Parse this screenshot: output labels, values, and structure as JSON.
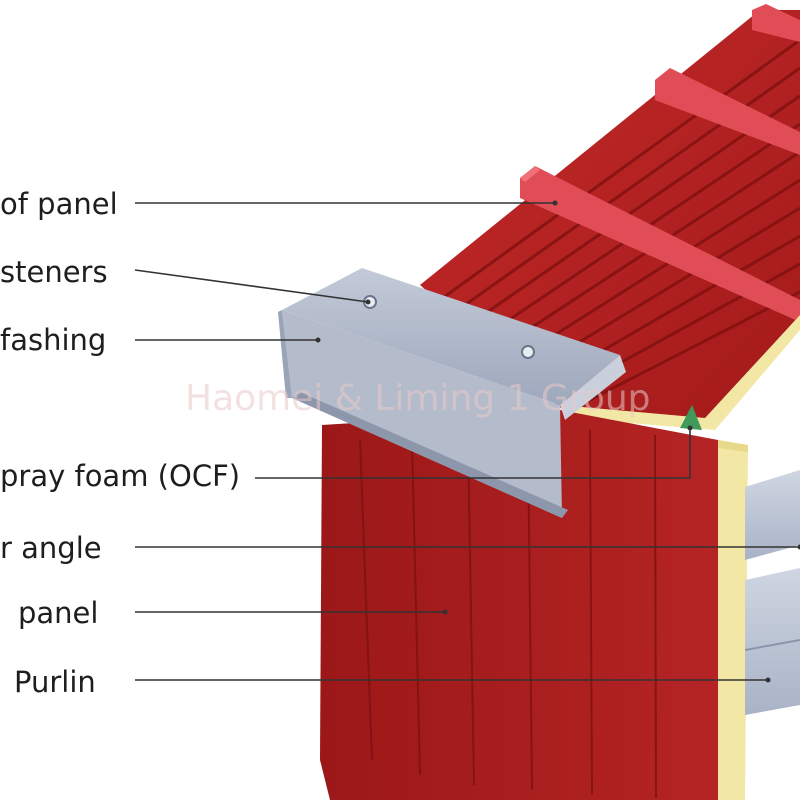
{
  "labels": [
    {
      "id": "roof-panel",
      "text": "of panel"
    },
    {
      "id": "fasteners",
      "text": "steners"
    },
    {
      "id": "flashing",
      "text": "fashing"
    },
    {
      "id": "spray-foam",
      "text": "pray foam (OCF)"
    },
    {
      "id": "angle",
      "text": "r angle"
    },
    {
      "id": "wall-panel",
      "text": "panel"
    },
    {
      "id": "purlin",
      "text": "Purlin"
    }
  ],
  "watermark": "Haomei & Liming 1 Group",
  "colors": {
    "panel_red": "#b32020",
    "panel_red_dark": "#8c1616",
    "rib_red": "#d9414a",
    "foam_core": "#f3e7a6",
    "flashing_steel": "#aeb7c9",
    "leader_line": "#333333"
  }
}
